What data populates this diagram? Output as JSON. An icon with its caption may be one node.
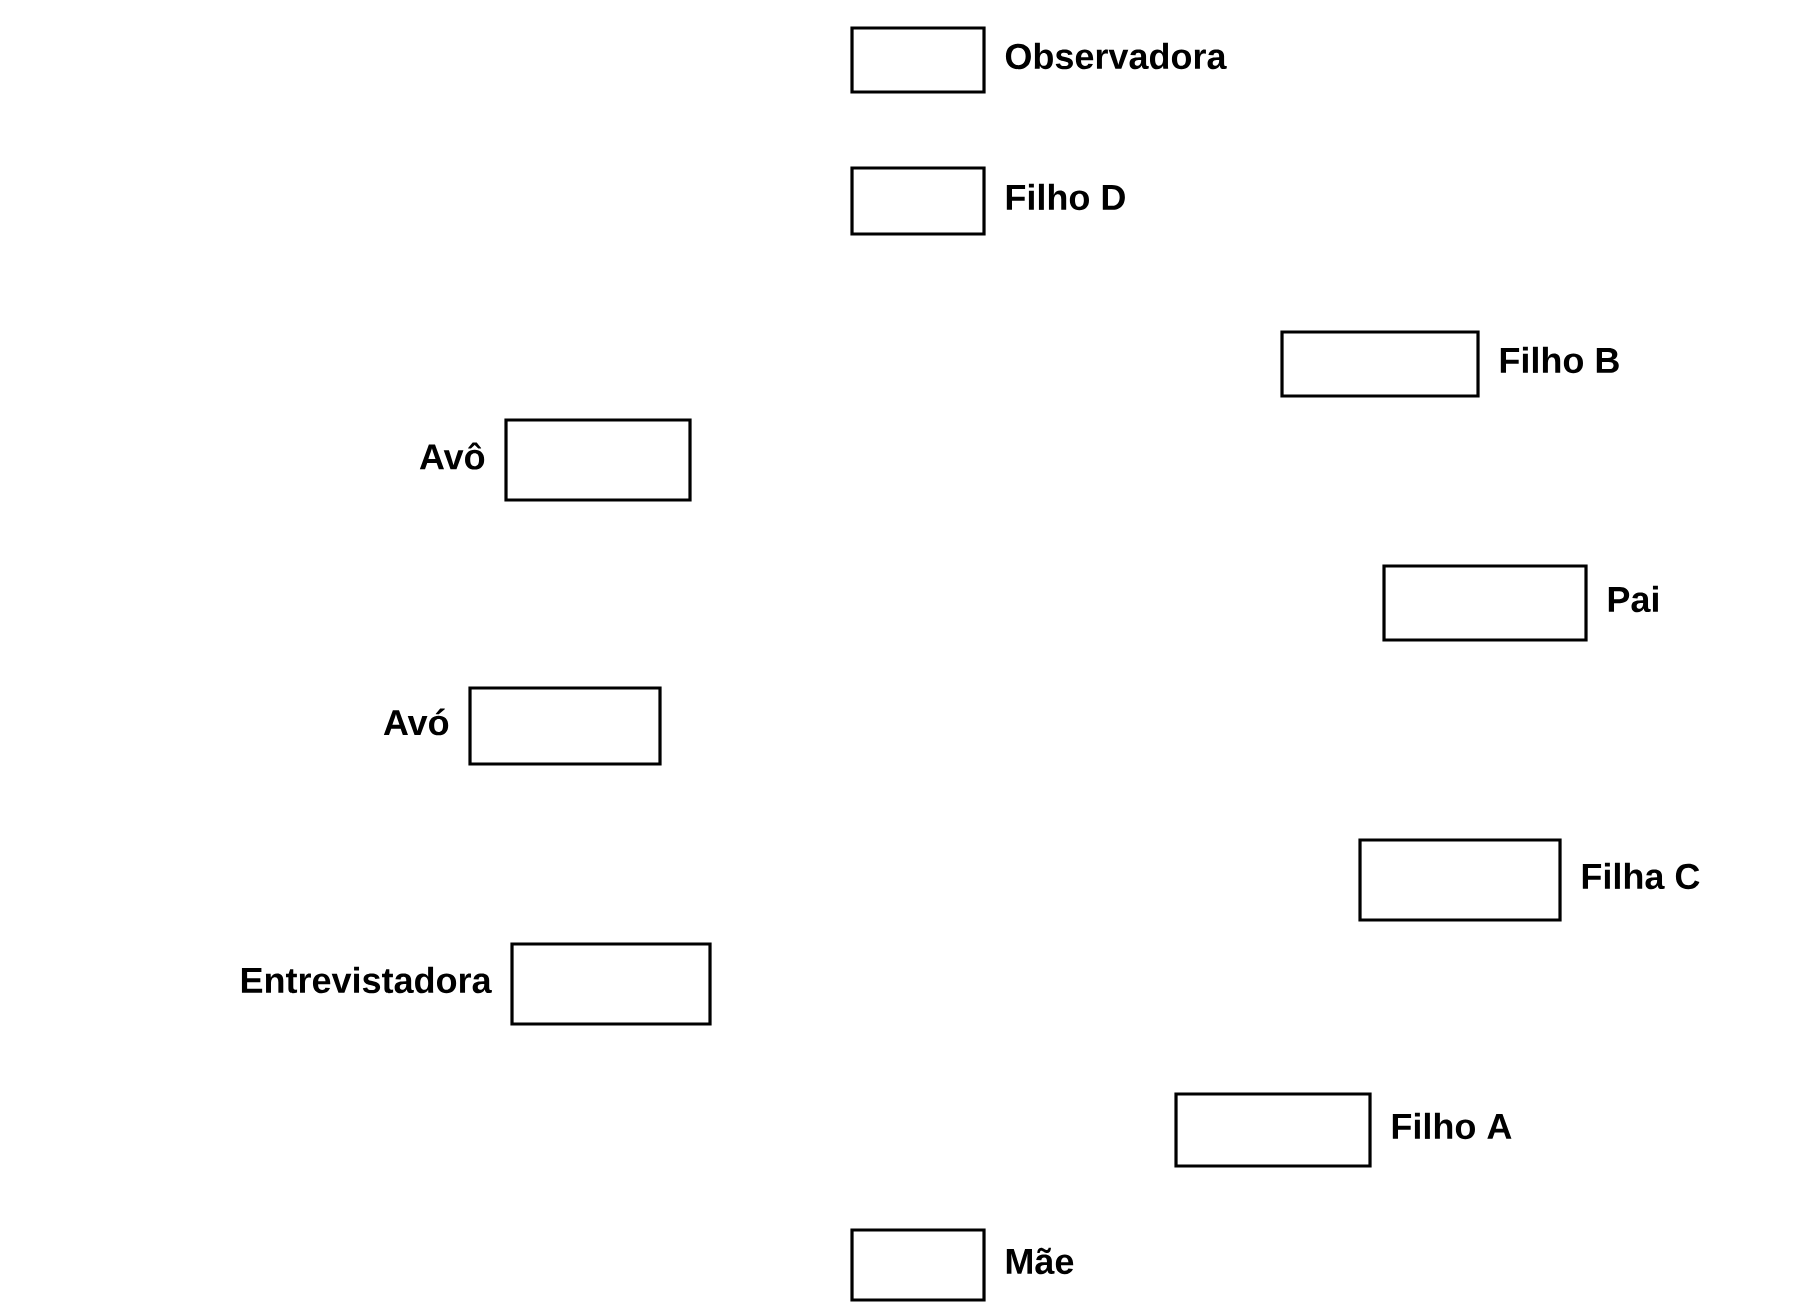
{
  "diagram": {
    "nodes": [
      {
        "text": [
          "Observadora"
        ]
      },
      {
        "text": [
          "Filho D"
        ]
      },
      {
        "text": [
          "Filho B"
        ]
      },
      {
        "text": [
          "Avô"
        ]
      },
      {
        "text": [
          "Pai"
        ]
      },
      {
        "text": [
          "Avó"
        ]
      },
      {
        "text": [
          "Filha C"
        ]
      },
      {
        "text": [
          "Entrevistadora"
        ]
      },
      {
        "text": [
          "Filho A"
        ]
      },
      {
        "text": [
          "Mãe"
        ]
      }
    ]
  }
}
